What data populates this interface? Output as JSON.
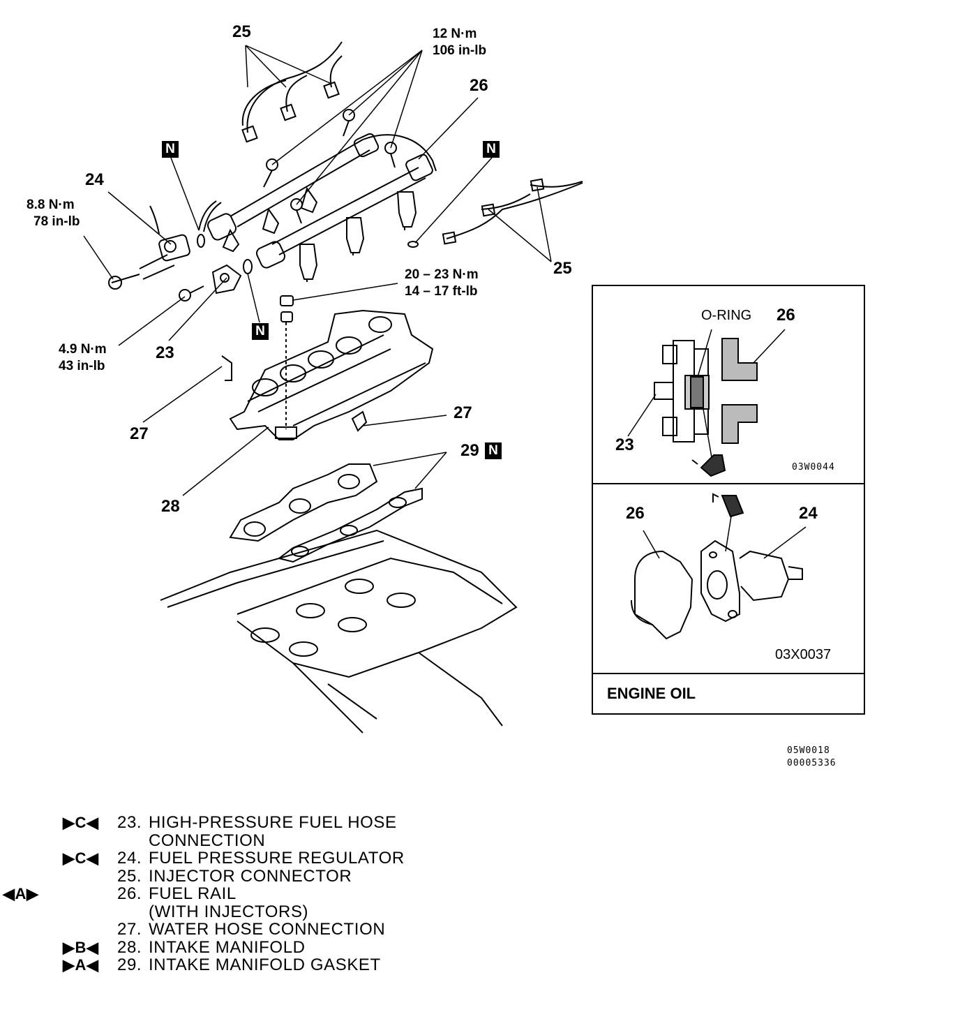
{
  "callouts": {
    "c25_top": "25",
    "c26_top": "26",
    "c24": "24",
    "c25_right": "25",
    "c23": "23",
    "c27_left": "27",
    "c27_right": "27",
    "c29": "29",
    "c28": "28"
  },
  "torque": {
    "t12_nm": "12 N·m",
    "t12_inlb": "106 in-lb",
    "t88_nm": "8.8 N·m",
    "t88_inlb": "78 in-lb",
    "t20_nm": "20 – 23 N·m",
    "t20_ftlb": "14 – 17 ft-lb",
    "t49_nm": "4.9 N·m",
    "t49_inlb": "43 in-lb"
  },
  "n_marker": "N",
  "inset": {
    "oring_label": "O-RING",
    "c26a": "26",
    "c23a": "23",
    "code_a": "03W0044",
    "c26b": "26",
    "c24b": "24",
    "code_b": "03X0037",
    "engine_oil": "ENGINE OIL"
  },
  "figure_codes": {
    "line1": "05W0018",
    "line2": "00005336"
  },
  "legend": [
    {
      "mark": "▶C◀",
      "num": "23.",
      "text": "HIGH-PRESSURE FUEL HOSE"
    },
    {
      "mark": "",
      "num": "",
      "text": "CONNECTION"
    },
    {
      "mark": "▶C◀",
      "num": "24.",
      "text": "FUEL PRESSURE REGULATOR"
    },
    {
      "mark": "",
      "num": "25.",
      "text": "INJECTOR CONNECTOR"
    },
    {
      "mark": "◀A▶",
      "num": "26.",
      "text": "FUEL RAIL"
    },
    {
      "mark": "",
      "num": "",
      "text": "(WITH INJECTORS)"
    },
    {
      "mark": "",
      "num": "27.",
      "text": "WATER HOSE CONNECTION"
    },
    {
      "mark": "▶B◀",
      "num": "28.",
      "text": "INTAKE MANIFOLD"
    },
    {
      "mark": "▶A◀",
      "num": "29.",
      "text": "INTAKE MANIFOLD GASKET"
    }
  ]
}
